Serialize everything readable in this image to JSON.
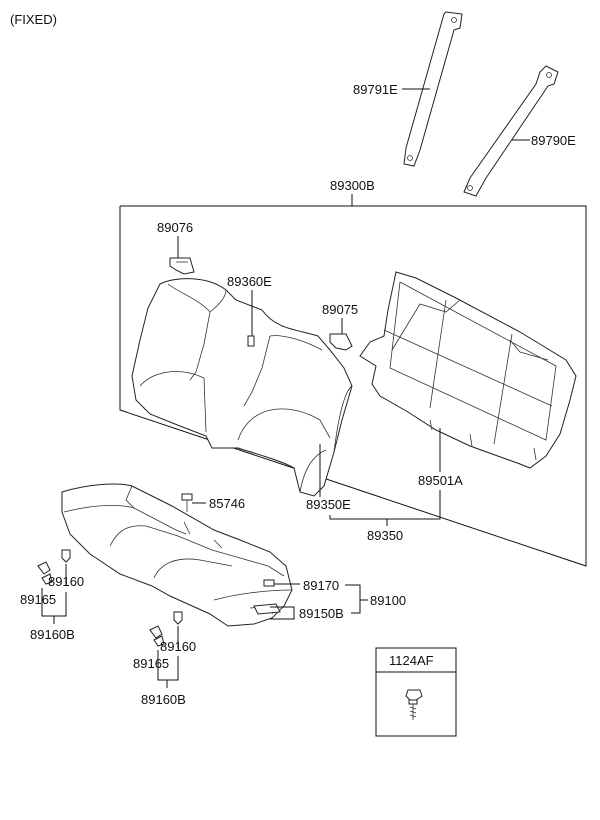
{
  "header": {
    "note": "(FIXED)"
  },
  "callouts": {
    "p89791E": "89791E",
    "p89790E": "89790E",
    "p89300B": "89300B",
    "p89076": "89076",
    "p89360E": "89360E",
    "p89075": "89075",
    "p89501A": "89501A",
    "p89350E": "89350E",
    "p89350": "89350",
    "p85746": "85746",
    "p89160_a": "89160",
    "p89165_a": "89165",
    "p89160B_a": "89160B",
    "p89170": "89170",
    "p89100": "89100",
    "p89150B": "89150B",
    "p89160_b": "89160",
    "p89165_b": "89165",
    "p89160B_b": "89160B"
  },
  "legend_box": {
    "part_no": "1124AF"
  }
}
